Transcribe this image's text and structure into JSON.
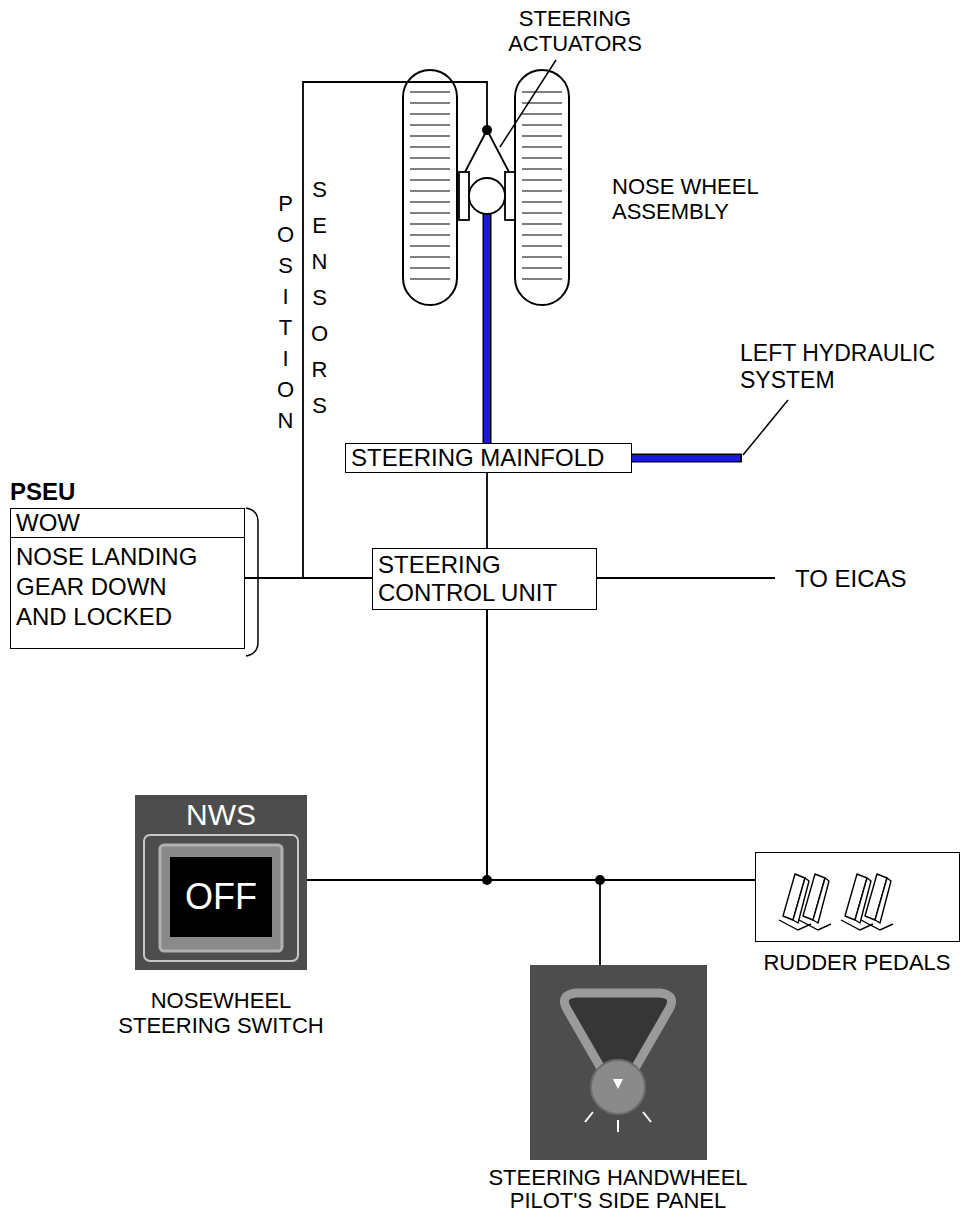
{
  "diagram": {
    "nodes": [
      {
        "text": [
          "PSEU"
        ]
      },
      {
        "text": [
          "WOW"
        ],
        "in": 0
      },
      {
        "text": [
          "NOSE LANDING GEAR DOWN AND LOCKED"
        ],
        "in": 0
      },
      {
        "text": [
          "STEERING MAINFOLD"
        ]
      },
      {
        "text": [
          "STEERING CONTROL UNIT"
        ]
      },
      {
        "text": [
          "NWS",
          "OFF",
          "NOSEWHEEL STEERING SWITCH"
        ]
      },
      {
        "text": [
          "STEERING HANDWHEEL PILOT'S SIDE PANEL"
        ]
      },
      {
        "text": [
          "RUDDER PEDALS"
        ]
      }
    ],
    "edges": [
      {
        "from": 3,
        "to": 4,
        "arrow": "none"
      },
      {
        "from": 0,
        "to": 4,
        "arrow": "none"
      },
      {
        "from": 4,
        "to": 5,
        "arrow": "none"
      },
      {
        "from": 4,
        "to": 6,
        "arrow": "none"
      },
      {
        "from": 4,
        "to": 7,
        "arrow": "none"
      }
    ],
    "labels": [
      "STEERING ACTUATORS",
      "NOSE WHEEL ASSEMBLY",
      "POSITION",
      "SENSORS",
      "LEFT HYDRAULIC SYSTEM",
      "TO EICAS"
    ]
  }
}
